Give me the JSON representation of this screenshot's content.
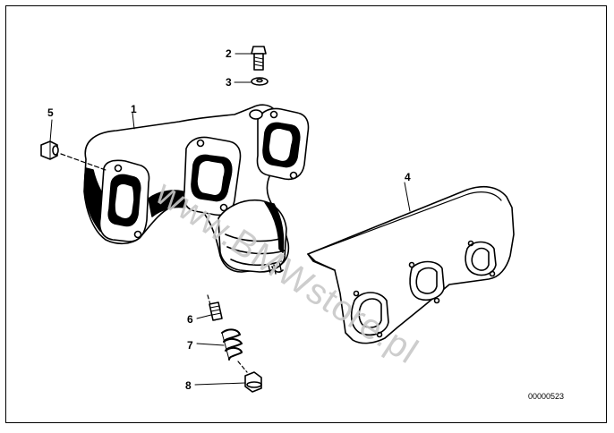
{
  "diagram": {
    "callouts": {
      "p1": "1",
      "p2": "2",
      "p3": "3",
      "p4": "4",
      "p5": "5",
      "p6": "6",
      "p7": "7",
      "p8": "8"
    },
    "drawing_code": "00000523",
    "watermark": "www.BMWstore.pl"
  }
}
